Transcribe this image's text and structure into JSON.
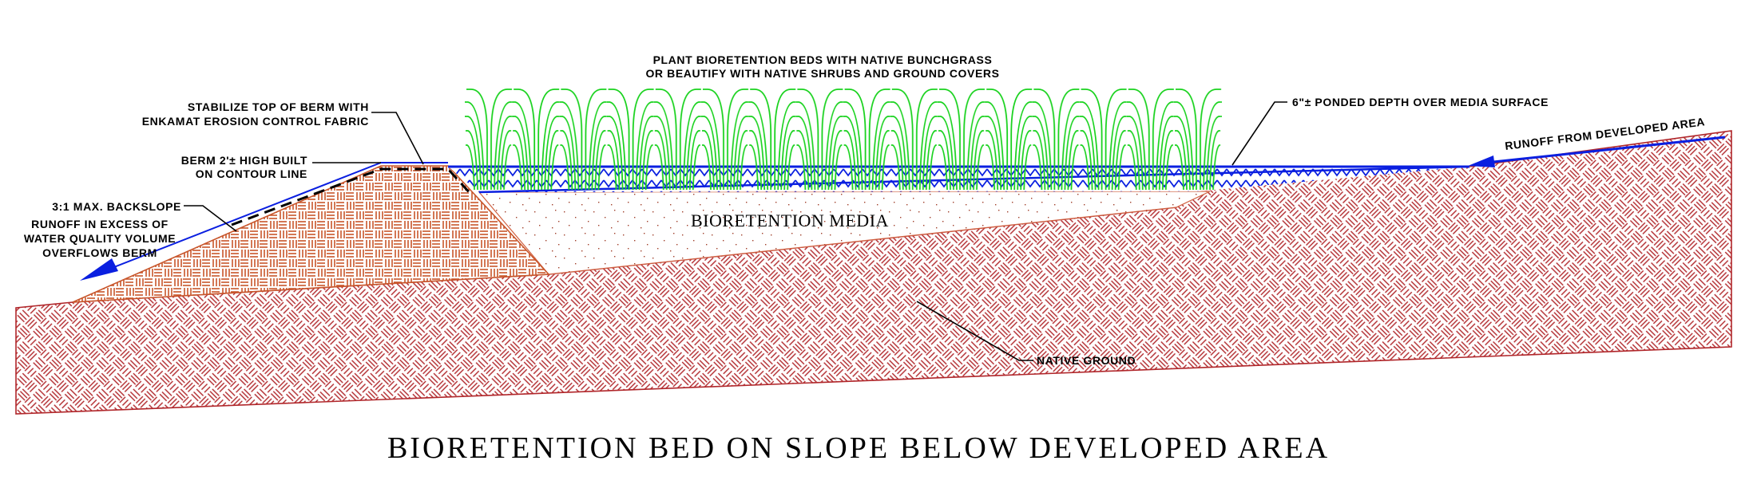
{
  "title": "BIORETENTION BED ON SLOPE BELOW DEVELOPED AREA",
  "labels": {
    "plant_line1": "PLANT BIORETENTION BEDS WITH NATIVE BUNCHGRASS",
    "plant_line2": "OR BEAUTIFY WITH NATIVE SHRUBS AND GROUND COVERS",
    "stabilize_line1": "STABILIZE TOP OF BERM WITH",
    "stabilize_line2": "ENKAMAT EROSION CONTROL FABRIC",
    "berm_line1": "BERM 2'± HIGH BUILT",
    "berm_line2": "ON CONTOUR LINE",
    "backslope": "3:1 MAX. BACKSLOPE",
    "overflow_line1": "RUNOFF IN EXCESS OF",
    "overflow_line2": "WATER QUALITY VOLUME",
    "overflow_line3": "OVERFLOWS BERM",
    "ponded": "6\"± PONDED DEPTH OVER MEDIA SURFACE",
    "runoff_developed": "RUNOFF FROM DEVELOPED AREA",
    "media": "BIORETENTION MEDIA",
    "native_ground": "NATIVE GROUND"
  },
  "colors": {
    "water": "#0a1fe0",
    "grass": "#19d21e",
    "ground_hatch": "#b0262a",
    "berm_hatch": "#c8552a",
    "media_speckle": "#a0402a"
  }
}
